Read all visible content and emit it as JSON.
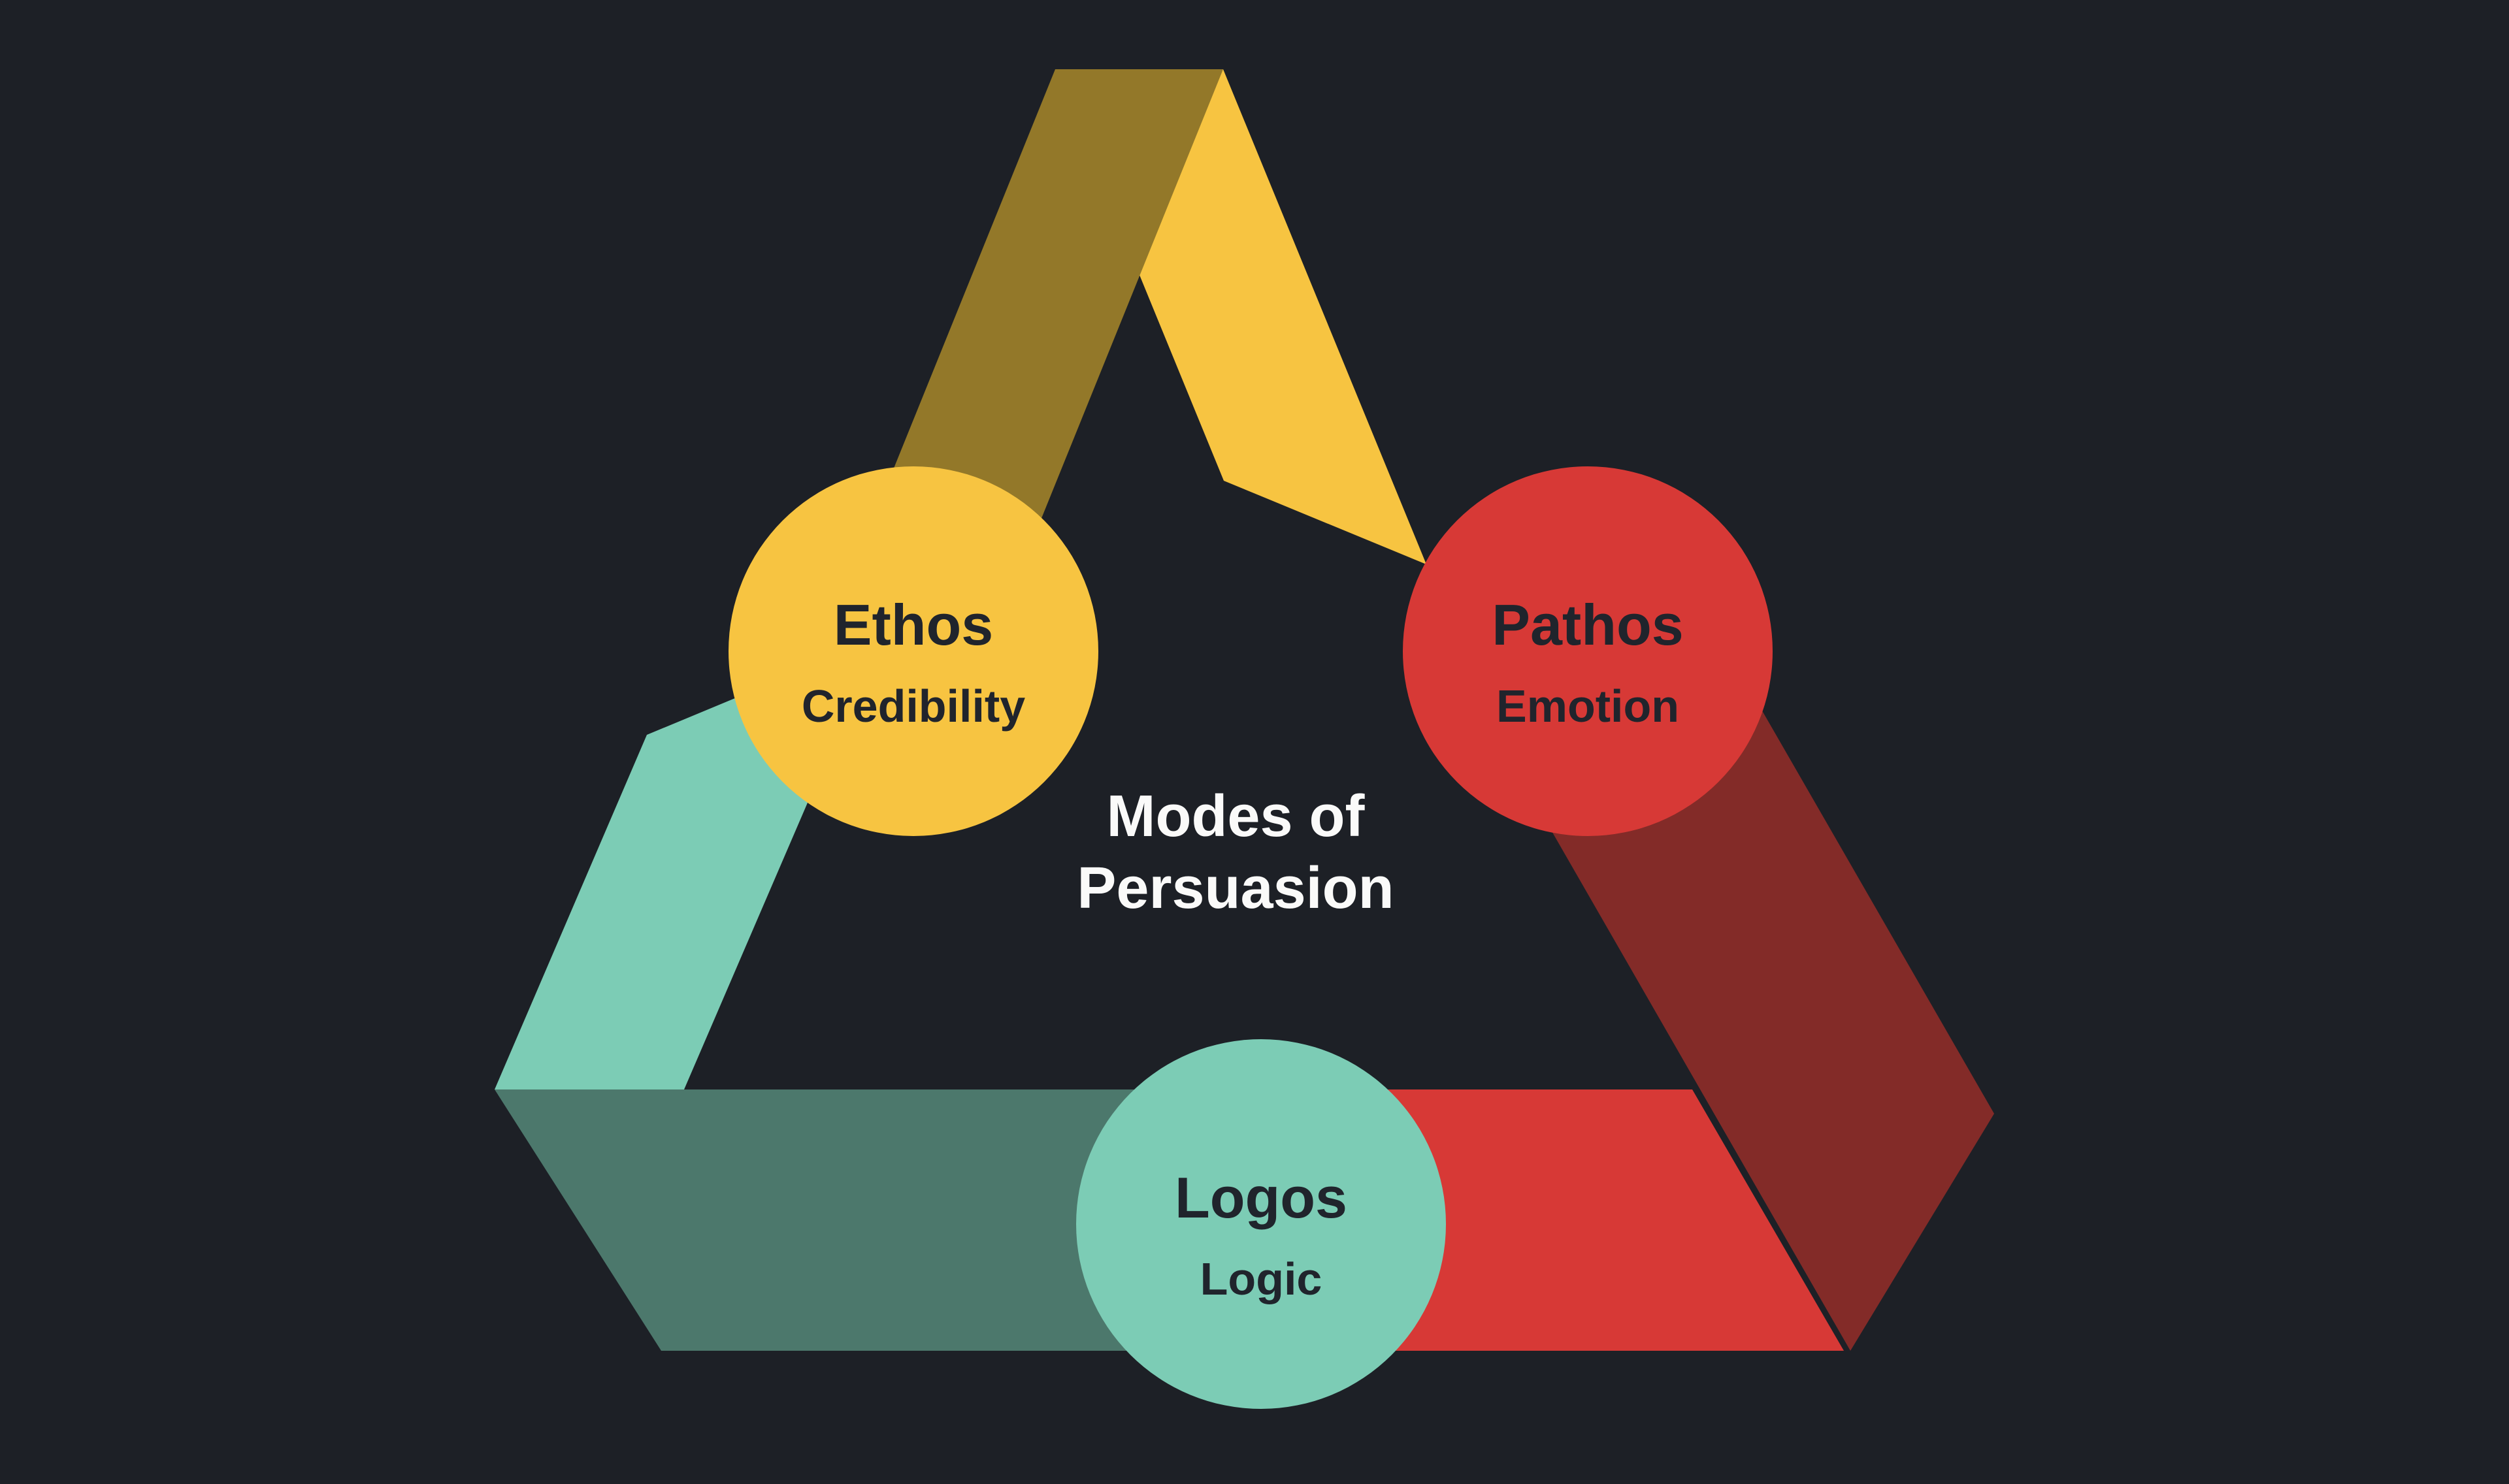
{
  "diagram": {
    "center_title": {
      "line1": "Modes of",
      "line2": "Persuasion"
    },
    "nodes": [
      {
        "id": "ethos",
        "title": "Ethos",
        "subtitle": "Credibility"
      },
      {
        "id": "pathos",
        "title": "Pathos",
        "subtitle": "Emotion"
      },
      {
        "id": "logos",
        "title": "Logos",
        "subtitle": "Logic"
      }
    ]
  },
  "colors": {
    "background": "#1D2026",
    "yellow_light": "#F7C441",
    "yellow_dark": "#937829",
    "teal_light": "#7CCCB5",
    "teal_dark": "#4C786C",
    "red_light": "#D73936",
    "red_dark": "#832B28",
    "node_text": "#20242C",
    "center_text": "#FAFAF9",
    "ethos_circle": "#F7C441",
    "pathos_circle": "#D73936",
    "logos_circle": "#7CCCB5"
  }
}
